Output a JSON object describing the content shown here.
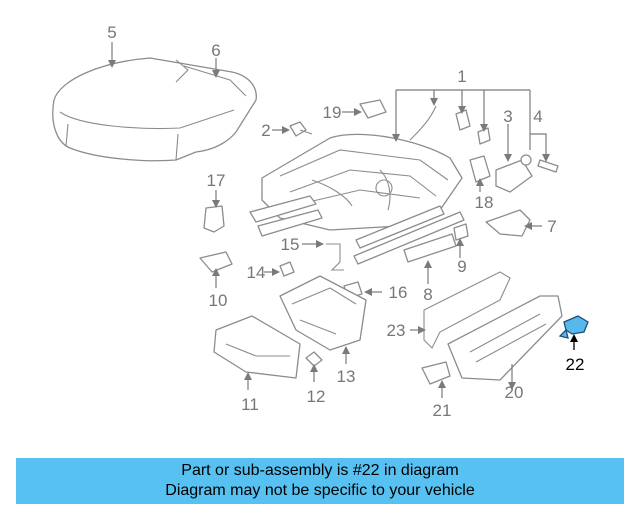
{
  "callouts": {
    "c1": "1",
    "c2": "2",
    "c3": "3",
    "c4": "4",
    "c5": "5",
    "c6": "6",
    "c7": "7",
    "c8": "8",
    "c9": "9",
    "c10": "10",
    "c11": "11",
    "c12": "12",
    "c13": "13",
    "c14": "14",
    "c15": "15",
    "c16": "16",
    "c17": "17",
    "c18": "18",
    "c19": "19",
    "c20": "20",
    "c21": "21",
    "c22": "22",
    "c23": "23"
  },
  "highlight": {
    "part": "22",
    "color": "#56b8ec"
  },
  "banner": {
    "line1": "Part or sub-assembly is #22 in diagram",
    "line2": "Diagram may not be specific to your vehicle",
    "color": "#57c1f2"
  }
}
